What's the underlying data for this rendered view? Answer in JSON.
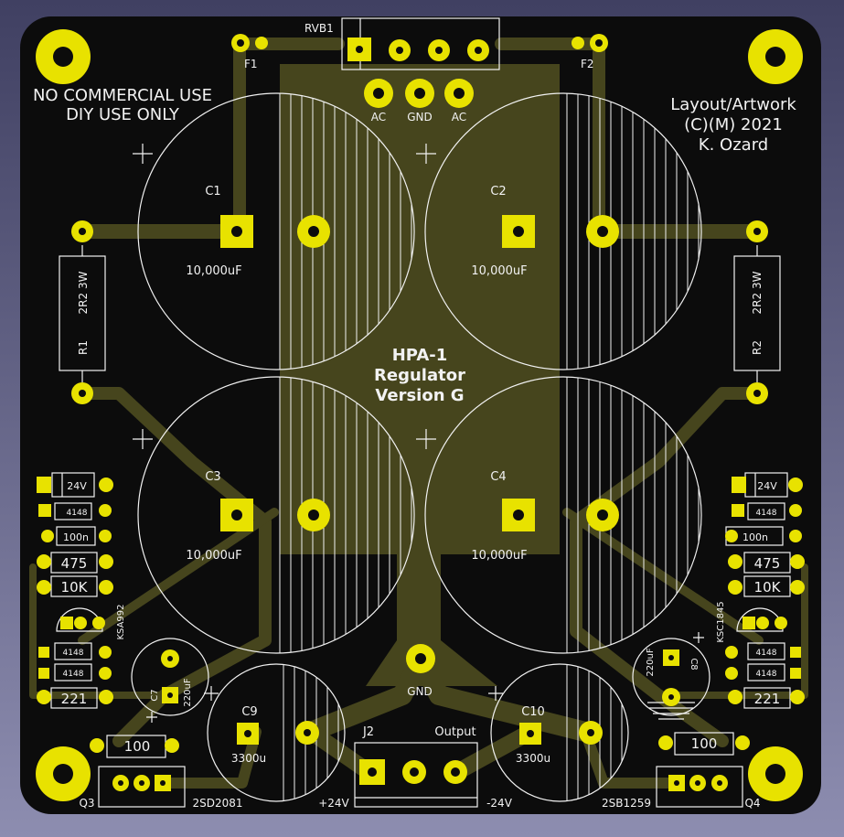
{
  "board": {
    "notice_line1": "NO COMMERCIAL USE",
    "notice_line2": "DIY USE ONLY",
    "credit_line1": "Layout/Artwork",
    "credit_line2": "(C)(M) 2021",
    "credit_line3": "K. Ozard",
    "title_line1": "HPA-1",
    "title_line2": "Regulator",
    "title_line3": "Version G",
    "colors": {
      "soldermask": "#0c0c0c",
      "copper": "#46451d",
      "pad": "#e8e200",
      "silkscreen": "#f2f2f2"
    }
  },
  "labels": {
    "rvb1": "RVB1",
    "f1": "F1",
    "f2": "F2",
    "ac_left": "AC",
    "gnd_top": "GND",
    "ac_right": "AC",
    "c1": "C1",
    "c1_value": "10,000uF",
    "c2": "C2",
    "c2_value": "10,000uF",
    "c3": "C3",
    "c3_value": "10,000uF",
    "c4": "C4",
    "c4_value": "10,000uF",
    "r1": "R1",
    "r1_value": "2R2 3W",
    "r2": "R2",
    "r2_value": "2R2 3W",
    "zener_left": "24V",
    "zener_right": "24V",
    "diode_l1": "4148",
    "diode_r1": "4148",
    "cap_left": "100n",
    "cap_right": "100n",
    "res475_left": "475",
    "res475_right": "475",
    "res10k_left": "10K",
    "res10k_right": "10K",
    "q_left_part": "KSA992",
    "q_right_part": "KSC1845",
    "diode_l2": "4148",
    "diode_l3": "4148",
    "diode_r2": "4148",
    "diode_r3": "4148",
    "res221_left": "221",
    "res221_right": "221",
    "c7": "C7",
    "c7_value": "220uF",
    "c8": "C8",
    "c8_value": "220uF",
    "c9": "C9",
    "c9_value": "3300u",
    "c10": "C10",
    "c10_value": "3300u",
    "gnd_bottom": "GND",
    "j2": "J2",
    "output": "Output",
    "res100_left": "100",
    "res100_right": "100",
    "q3": "Q3",
    "q3_part": "2SD2081",
    "q4": "Q4",
    "q4_part": "2SB1259",
    "plus24": "+24V",
    "minus24": "-24V"
  }
}
